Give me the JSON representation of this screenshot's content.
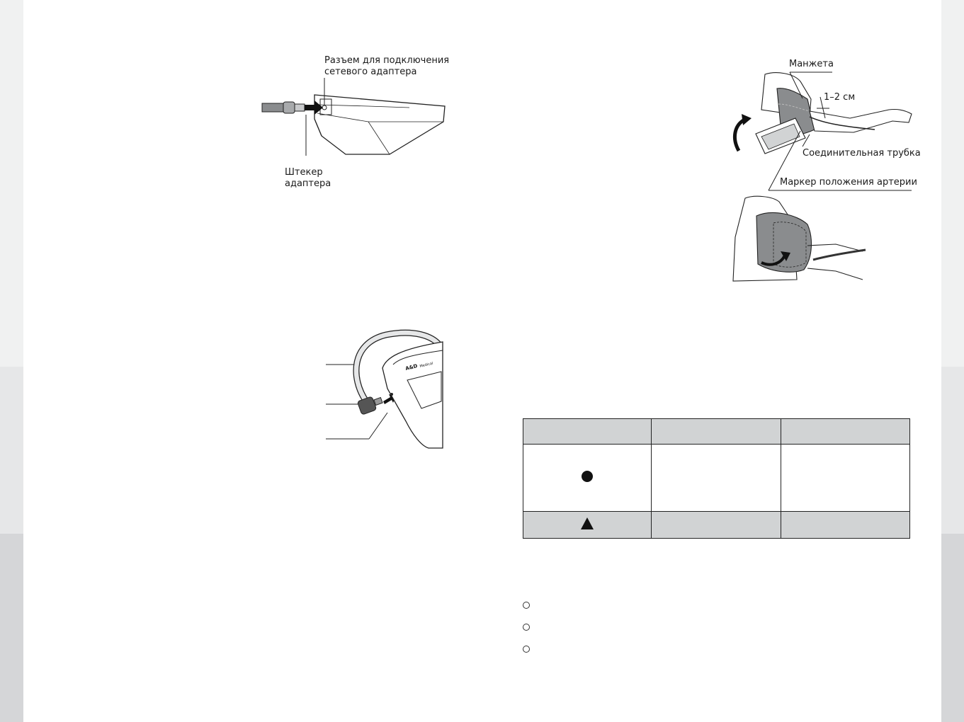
{
  "figure1": {
    "connector_label": [
      "Разъем для подключения",
      "сетевого адаптера"
    ],
    "plug_label": [
      "Штекер",
      "адаптера"
    ]
  },
  "figure2": {
    "cuff_label": "Манжета",
    "distance_label": "1–2 см",
    "tube_label": "Соединительная трубка",
    "artery_marker_label": "Маркер положения артерии"
  },
  "device_logo": "A&D",
  "device_model": "A&D Medical",
  "table": {
    "row1_symbol": "circle",
    "row2_symbol": "triangle"
  },
  "colors": {
    "page": "#ffffff",
    "margin_light": "#f0f1f1",
    "margin_mid": "#e6e7e8",
    "margin_dark": "#d5d6d8",
    "table_header": "#d1d3d4",
    "cuff_gray": "#8a8c8e"
  }
}
